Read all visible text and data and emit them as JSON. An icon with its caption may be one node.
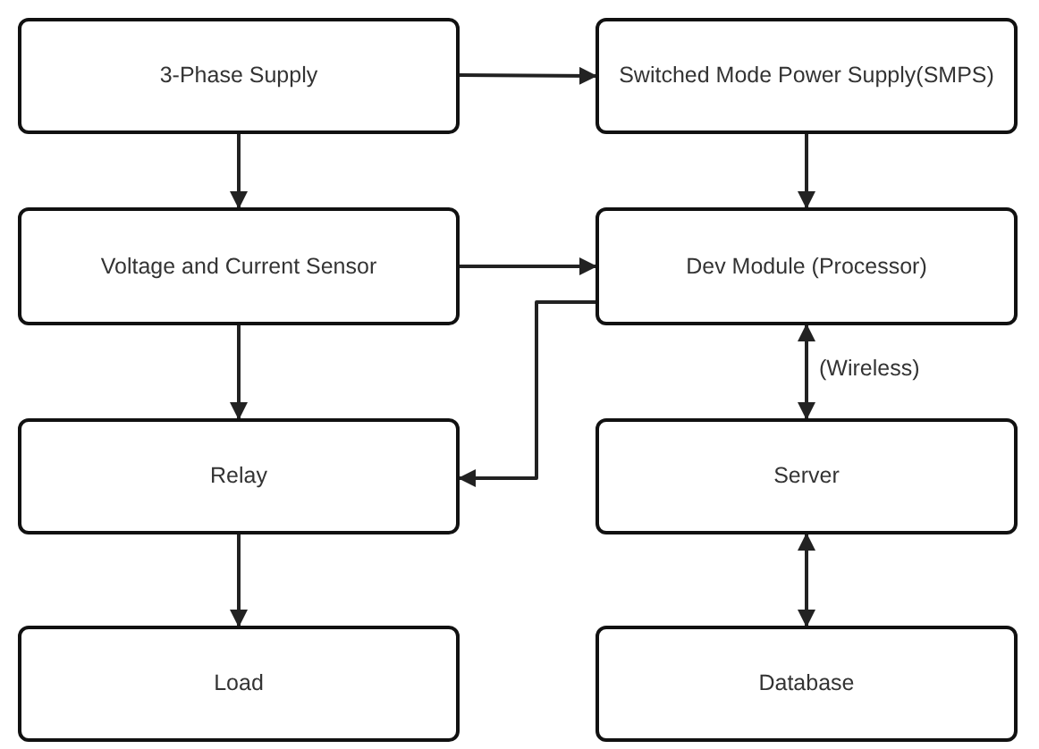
{
  "diagram": {
    "nodes": [
      {
        "text": [
          "3-Phase Supply"
        ]
      },
      {
        "text": [
          "Switched Mode Power Supply(SMPS)"
        ]
      },
      {
        "text": [
          "Voltage and Current Sensor"
        ]
      },
      {
        "text": [
          "Dev Module (Processor)"
        ]
      },
      {
        "text": [
          "Relay"
        ]
      },
      {
        "text": [
          "Server"
        ]
      },
      {
        "text": [
          "Load"
        ]
      },
      {
        "text": [
          "Database"
        ]
      }
    ],
    "edges": [
      {
        "from": 0,
        "to": 1,
        "arrow": "to"
      },
      {
        "from": 0,
        "to": 2,
        "arrow": "to"
      },
      {
        "from": 1,
        "to": 3,
        "arrow": "to"
      },
      {
        "from": 2,
        "to": 3,
        "arrow": "to"
      },
      {
        "from": 3,
        "to": 4,
        "arrow": "to"
      },
      {
        "from": 2,
        "to": 4,
        "arrow": "to"
      },
      {
        "from": 3,
        "to": 5,
        "arrow": "both",
        "label": "(Wireless)"
      },
      {
        "from": 5,
        "to": 7,
        "arrow": "both"
      },
      {
        "from": 4,
        "to": 6,
        "arrow": "to"
      }
    ]
  }
}
